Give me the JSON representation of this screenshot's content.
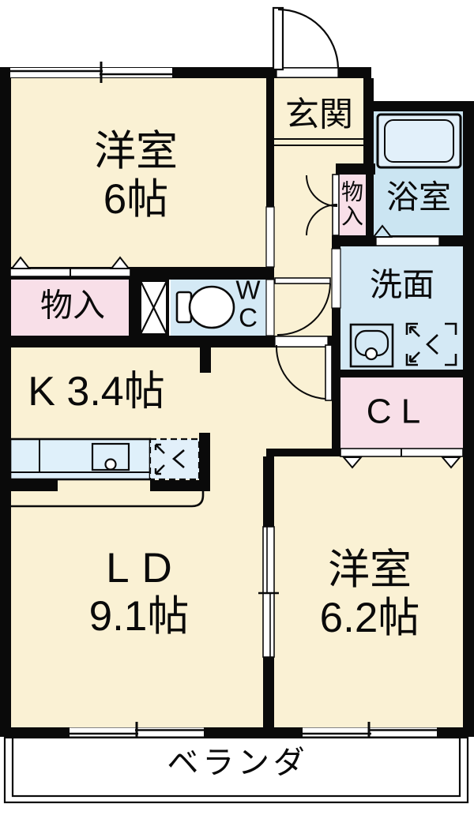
{
  "rooms": {
    "western_room_1": {
      "label": "洋室",
      "size": "6帖"
    },
    "entrance": {
      "label": "玄関"
    },
    "bathroom": {
      "label": "浴室"
    },
    "hall_storage": {
      "label": "物入"
    },
    "toilet": {
      "label": "WC"
    },
    "washroom": {
      "label": "洗面"
    },
    "closet": {
      "label": "CL"
    },
    "bedroom_storage": {
      "label": "物入"
    },
    "kitchen": {
      "label": "K 3.4帖"
    },
    "living_dining": {
      "label": "LD",
      "size": "9.1帖"
    },
    "western_room_2": {
      "label": "洋室",
      "size": "6.2帖"
    },
    "veranda": {
      "label": "ベランダ"
    }
  },
  "icons": {
    "bathtub": "bathtub-icon",
    "toilet": "toilet-icon",
    "sink": "washbasin-icon",
    "washer_pan": "washing-machine-pan-icon",
    "kitchen_counter": "kitchen-counter-icon",
    "fridge_space": "refrigerator-space-icon",
    "pipe_shaft": "pipe-shaft-x-icon"
  },
  "colors": {
    "room_cream": "#FAF1D4",
    "storage_pink": "#F8DFE8",
    "wet_blue": "#D4E9F5",
    "bath_blue": "#CBE5F2",
    "fixture_blue": "#E2F0FA",
    "counter_blue": "#DFF0FA",
    "wall_black": "#0A0A0A",
    "white": "#FFFFFF"
  }
}
